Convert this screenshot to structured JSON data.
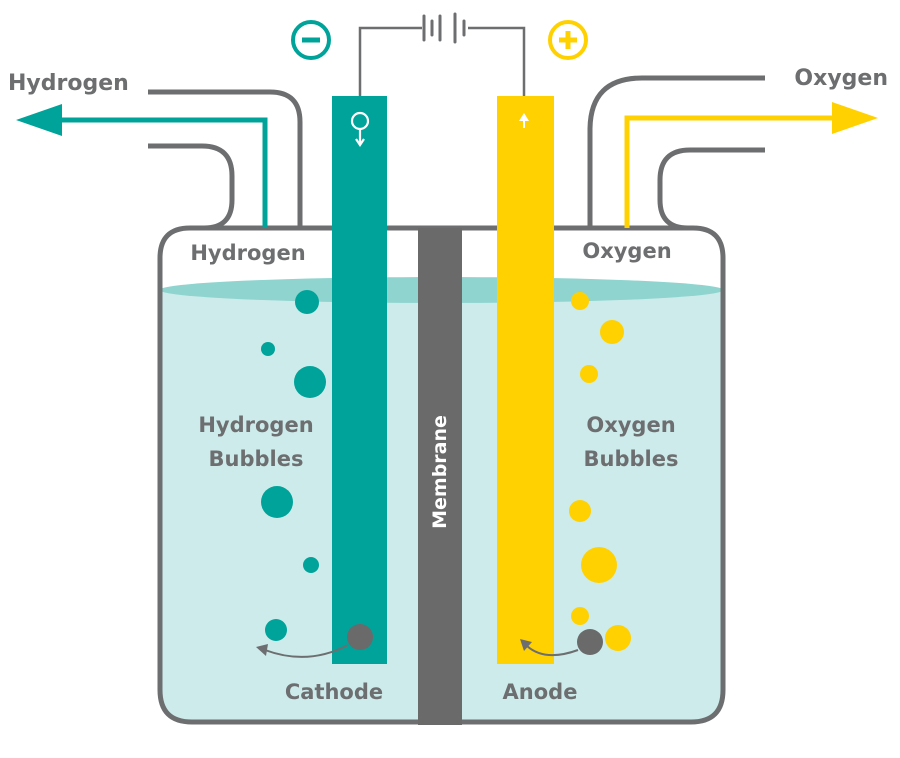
{
  "colors": {
    "teal": "#00a39a",
    "yellow": "#ffd100",
    "gray": "#6d6e70",
    "membrane": "#6a6a6b",
    "water": "#cdebeb",
    "water_surface": "#8fd4cf",
    "white": "#ffffff"
  },
  "labels": {
    "hydrogen_out": "Hydrogen",
    "oxygen_out": "Oxygen",
    "hydrogen_gas": "Hydrogen",
    "oxygen_gas": "Oxygen",
    "hydrogen_bubbles_line1": "Hydrogen",
    "hydrogen_bubbles_line2": "Bubbles",
    "oxygen_bubbles_line1": "Oxygen",
    "oxygen_bubbles_line2": "Bubbles",
    "membrane": "Membrane",
    "cathode": "Cathode",
    "anode": "Anode"
  },
  "icons": {
    "negative_terminal": "minus-circle-icon",
    "positive_terminal": "plus-circle-icon",
    "battery": "battery-icon",
    "hydrogen_symbol": "female-symbol-icon",
    "oxygen_symbol": "arrow-up-icon"
  }
}
